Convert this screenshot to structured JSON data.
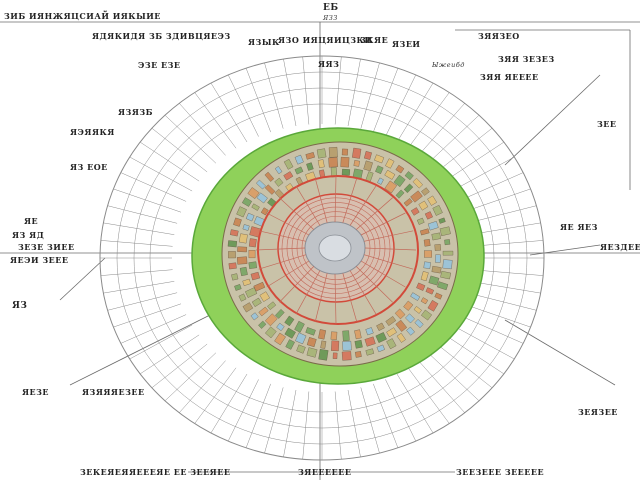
{
  "labels": {
    "top_left_title": "ЗИБ ИЯНЖЯЦСИАЙ ИЯКЫИЕ",
    "top_center": "ЕБ",
    "top_center_sub": "ЯЗЗ",
    "top_left_2": "ЯДЯКИДЯ ЗБ ЗДИВЦЯЕЭЗ",
    "top_mid_1": "ЯЗЫК",
    "top_mid_2": "ЯЗО ИЯЦЯИЦЗКИ",
    "top_mid_3": "ЗКЯЕ",
    "top_mid_4": "ЯЗЕИ",
    "top_right_1": "ЗЯЯЗЕО",
    "top_right_2": "ЗЯЯ ЗЕЗЕЗ",
    "top_right_3": "ЗЯЯ ЯЕЕЕЕ",
    "top_right_small": "Ыжеибд",
    "ring_top": "ЯЯЗ",
    "left_1": "ЭЗЕ ЕЗЕ",
    "left_2": "ЯЗЯЗБ",
    "left_3": "ЯЭЯЯКЯ",
    "left_4": "ЯЗ ЕОЕ",
    "left_5": "ЯЕ",
    "left_6": "ЯЗ ЯД",
    "left_7": "ЗЕЗЕ ЗИЕЕ",
    "left_8": "ЯЕЭИ ЗЕЕЕ",
    "left_9": "ЯЗ",
    "left_10": "ЯЕЗЕ",
    "left_11": "ЯЗЯЯЯЕЗЕЕ",
    "right_1": "ЗЕЕ",
    "right_2": "ЯЕ ЯЕЗ",
    "right_3": "ЯЕЗДЕЕ",
    "right_4": "ЗЕЯЗЕЕ",
    "bottom_left": "ЗЕКЕЯЕЯЯЕЕЕЯЕ ЕЕ ЗЕЕЯЕЕ",
    "bottom_center": "ЗЯЕЕЕЕЕЕ",
    "bottom_right": "ЗЕЕЗЕЕЕ ЗЕЕЕЕЕ"
  },
  "colors": {
    "line": "#6b6b6b",
    "grid": "#8a8a8a",
    "green_ring": "#8fd15a",
    "green_ring_edge": "#5aa83a",
    "city_ground": "#c9c2a8",
    "road": "#d24a3a",
    "center": "#bfc3c8"
  }
}
